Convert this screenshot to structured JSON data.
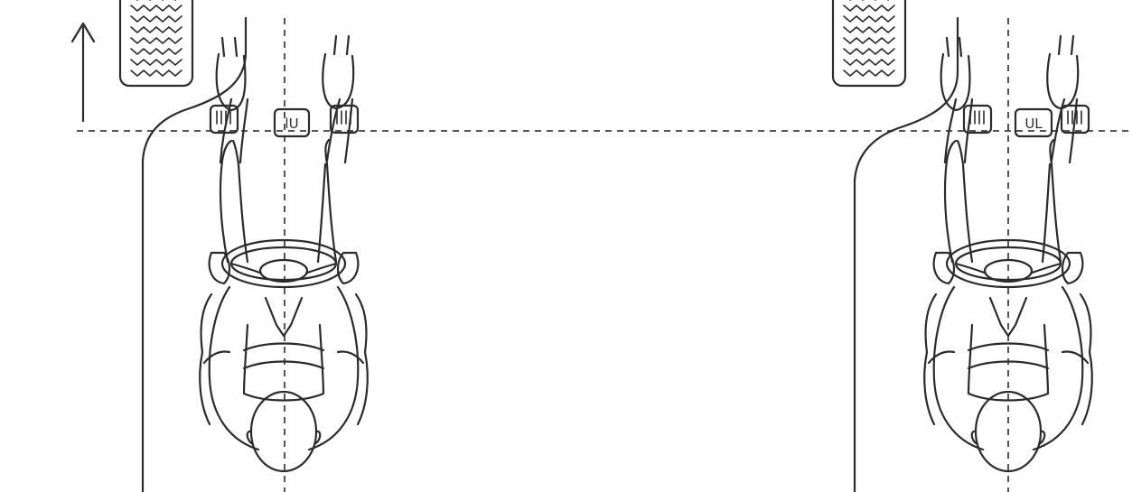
{
  "figure": {
    "background": "#ffffff",
    "line_color": "#2b2b2b",
    "panels": [
      {
        "id": "left",
        "arrow": "arrow-up-icon",
        "pedal_labels": {
          "left": "",
          "center": "lU",
          "right": ""
        }
      },
      {
        "id": "right",
        "arrow": null,
        "pedal_labels": {
          "left": "",
          "center": "UL",
          "right": ""
        }
      }
    ]
  }
}
